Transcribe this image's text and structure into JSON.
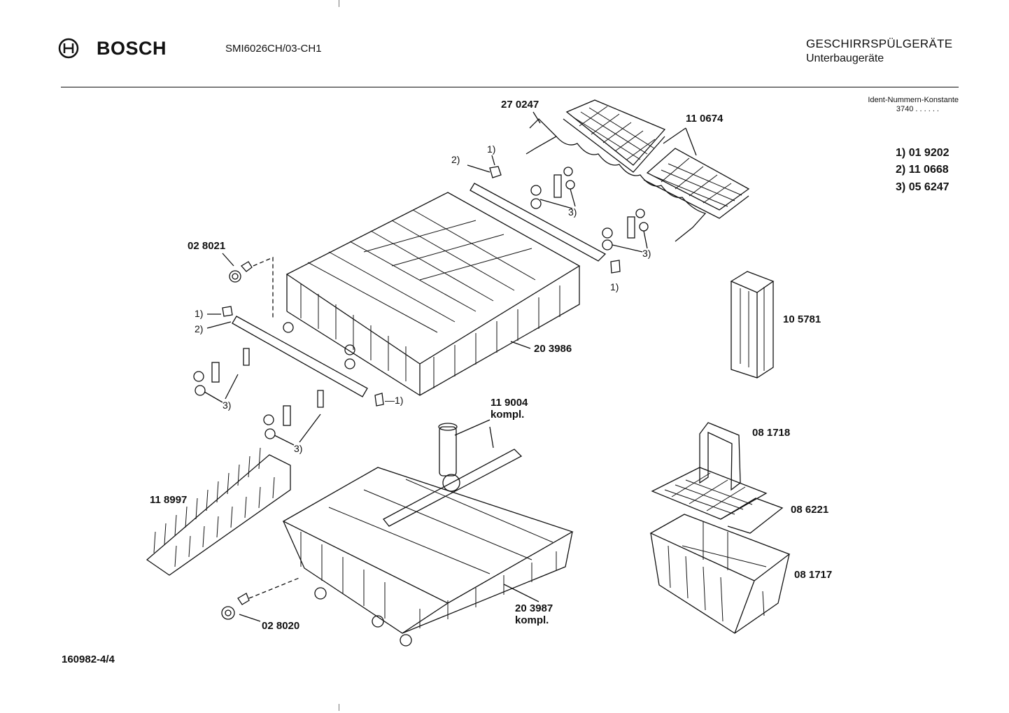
{
  "header": {
    "brand": "BOSCH",
    "model": "SMI6026CH/03-CH1",
    "category_line1": "GESCHIRRSPÜLGERÄTE",
    "category_line2": "Unterbaugeräte"
  },
  "ident": {
    "label": "Ident-Nummern-Konstante",
    "value": "3740  . .   . . . ."
  },
  "footnotes": [
    {
      "key": "1)",
      "number": "01 9202"
    },
    {
      "key": "2)",
      "number": "11 0668"
    },
    {
      "key": "3)",
      "number": "05 6247"
    }
  ],
  "parts": {
    "p270247": "27 0247",
    "p110674": "11 0674",
    "p028021": "02 8021",
    "p203986": "20 3986",
    "p105781": "10 5781",
    "p119004_a": "11 9004",
    "p119004_b": "kompl.",
    "p081718": "08 1718",
    "p086221": "08 6221",
    "p081717": "08 1717",
    "p118997": "11 8997",
    "p203987_a": "20 3987",
    "p203987_b": "kompl.",
    "p028020": "02 8020"
  },
  "refs": {
    "r1_top": "1)",
    "r2_top": "2)",
    "r3_upper_mid": "3)",
    "r3_upper_right": "3)",
    "r1_right": "1)",
    "r1_left": "1)",
    "r2_left": "2)",
    "r3_left": "3)",
    "r3_left_lower": "3)",
    "r1_bar_end": "—1)"
  },
  "document_number": "160982-4/4"
}
